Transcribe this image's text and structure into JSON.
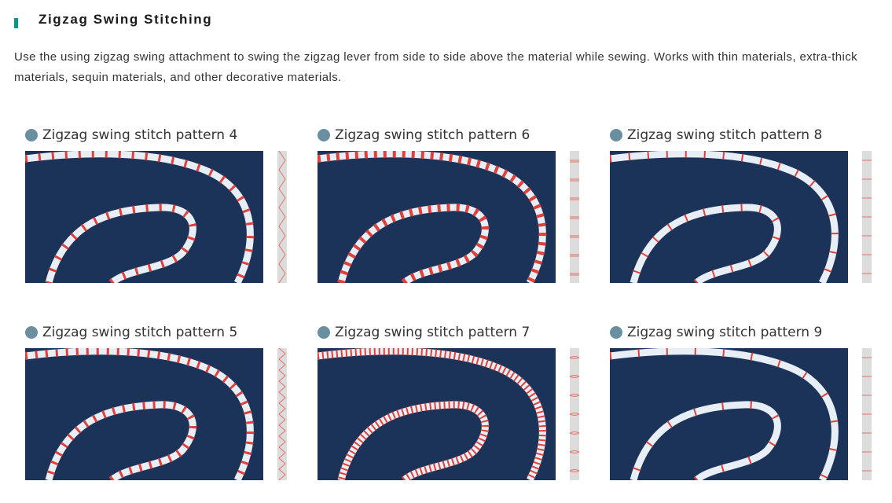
{
  "header": {
    "title": "Zigzag Swing Stitching"
  },
  "description": "Use the using zigzag swing attachment to swing the zigzag lever from side to side above the material while sewing. Works with thin materials, extra-thick materials, sequin materials, and other decorative materials.",
  "colors": {
    "accent": "#009a87",
    "bullet": "#6a8fa0",
    "fabric": "#1b3358",
    "thread": "#e0403a"
  },
  "patterns": [
    {
      "label": "Zigzag swing stitch pattern 4",
      "stitch": "zigzag"
    },
    {
      "label": "Zigzag swing stitch pattern 6",
      "stitch": "bars"
    },
    {
      "label": "Zigzag swing stitch pattern 8",
      "stitch": "ticks"
    },
    {
      "label": "Zigzag swing stitch pattern 5",
      "stitch": "zigzag-dense"
    },
    {
      "label": "Zigzag swing stitch pattern 7",
      "stitch": "loops"
    },
    {
      "label": "Zigzag swing stitch pattern 9",
      "stitch": "ticks-sparse"
    }
  ]
}
